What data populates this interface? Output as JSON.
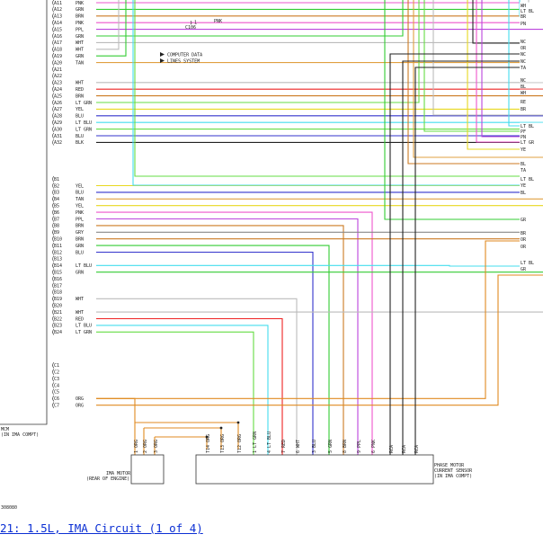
{
  "caption": "21: 1.5L, IMA Circuit (1 of 4)",
  "mcm": {
    "line1": "MCM",
    "line2": "(IN IMA COMPT)"
  },
  "figure_id": "308080",
  "note": {
    "line1": "COMPUTER DATA",
    "line2": "LINES SYSTEM"
  },
  "splice": {
    "label": "PNK",
    "connector": "C106",
    "pin": "1"
  },
  "ima_motor": {
    "line1": "IMA MOTOR",
    "line2": "(REAR OF ENGINE)",
    "pins": [
      {
        "n": "1",
        "c": "ORG"
      },
      {
        "n": "2",
        "c": "ORG"
      },
      {
        "n": "3",
        "c": "ORG"
      }
    ]
  },
  "sensor": {
    "line1": "PHASE MOTOR",
    "line2": "CURRENT SENSOR",
    "line3": "(IN IMA COMPT)",
    "tpins": [
      {
        "n": "T14",
        "c": "ORG"
      },
      {
        "n": "T13",
        "c": "ORG"
      },
      {
        "n": "T12",
        "c": "ORG"
      }
    ],
    "pins": [
      {
        "n": "1",
        "c": "LT GRN"
      },
      {
        "n": "4",
        "c": "LT BLU"
      },
      {
        "n": "7",
        "c": "RED"
      },
      {
        "n": "6",
        "c": "WHT"
      },
      {
        "n": "3",
        "c": "BLU"
      },
      {
        "n": "5",
        "c": "GRN"
      },
      {
        "n": "8",
        "c": "BRN"
      },
      {
        "n": "9",
        "c": "PPL"
      },
      {
        "n": "6",
        "c": "PNK"
      },
      {
        "n": "",
        "c": "RCA"
      },
      {
        "n": "",
        "c": "RCA"
      },
      {
        "n": "",
        "c": "RCA"
      }
    ]
  },
  "colors": {
    "PNK": "#ee55cc",
    "GRN": "#33cc33",
    "BRN": "#cc7a22",
    "PPL": "#bb44dd",
    "WHT": "#bbbbbb",
    "TAN": "#e0a040",
    "RED": "#ee2222",
    "LT GRN": "#66dd44",
    "YEL": "#e8d820",
    "BLU": "#3333cc",
    "LT BLU": "#44ddee",
    "BLK": "#222222",
    "GRY": "#888888",
    "ORG": "#e08a20",
    "RCA": "#222222"
  },
  "pins_a": [
    {
      "pin": "A11",
      "color": "PNK"
    },
    {
      "pin": "A12",
      "color": "GRN"
    },
    {
      "pin": "A13",
      "color": "BRN"
    },
    {
      "pin": "A14",
      "color": "PNK"
    },
    {
      "pin": "A15",
      "color": "PPL"
    },
    {
      "pin": "A16",
      "color": "GRN"
    },
    {
      "pin": "A17",
      "color": "WHT"
    },
    {
      "pin": "A18",
      "color": "WHT"
    },
    {
      "pin": "A19",
      "color": "GRN"
    },
    {
      "pin": "A20",
      "color": "TAN"
    },
    {
      "pin": "A21",
      "color": ""
    },
    {
      "pin": "A22",
      "color": ""
    },
    {
      "pin": "A23",
      "color": "WHT"
    },
    {
      "pin": "A24",
      "color": "RED"
    },
    {
      "pin": "A25",
      "color": "BRN"
    },
    {
      "pin": "A26",
      "color": "LT GRN"
    },
    {
      "pin": "A27",
      "color": "YEL"
    },
    {
      "pin": "A28",
      "color": "BLU"
    },
    {
      "pin": "A29",
      "color": "LT BLU"
    },
    {
      "pin": "A30",
      "color": "LT GRN"
    },
    {
      "pin": "A31",
      "color": "BLU"
    },
    {
      "pin": "A32",
      "color": "BLK"
    }
  ],
  "pins_b": [
    {
      "pin": "B1",
      "color": ""
    },
    {
      "pin": "B2",
      "color": "YEL"
    },
    {
      "pin": "B3",
      "color": "BLU"
    },
    {
      "pin": "B4",
      "color": "TAN"
    },
    {
      "pin": "B5",
      "color": "YEL"
    },
    {
      "pin": "B6",
      "color": "PNK"
    },
    {
      "pin": "B7",
      "color": "PPL"
    },
    {
      "pin": "B8",
      "color": "BRN"
    },
    {
      "pin": "B9",
      "color": "GRY"
    },
    {
      "pin": "B10",
      "color": "BRN"
    },
    {
      "pin": "B11",
      "color": "GRN"
    },
    {
      "pin": "B12",
      "color": "BLU"
    },
    {
      "pin": "B13",
      "color": ""
    },
    {
      "pin": "B14",
      "color": "LT BLU"
    },
    {
      "pin": "B15",
      "color": "GRN"
    },
    {
      "pin": "B16",
      "color": ""
    },
    {
      "pin": "B17",
      "color": ""
    },
    {
      "pin": "B18",
      "color": ""
    },
    {
      "pin": "B19",
      "color": "WHT"
    },
    {
      "pin": "B20",
      "color": ""
    },
    {
      "pin": "B21",
      "color": "WHT"
    },
    {
      "pin": "B22",
      "color": "RED"
    },
    {
      "pin": "B23",
      "color": "LT BLU"
    },
    {
      "pin": "B24",
      "color": "LT GRN"
    }
  ],
  "pins_c": [
    {
      "pin": "C1",
      "color": ""
    },
    {
      "pin": "C2",
      "color": ""
    },
    {
      "pin": "C3",
      "color": ""
    },
    {
      "pin": "C4",
      "color": ""
    },
    {
      "pin": "C5",
      "color": ""
    },
    {
      "pin": "C6",
      "color": "ORG"
    },
    {
      "pin": "C7",
      "color": "ORG"
    }
  ],
  "right_labels": [
    {
      "text": "WH",
      "color": "WHT"
    },
    {
      "text": "LT BL",
      "color": "LT BLU"
    },
    {
      "text": "BR",
      "color": "BRN"
    },
    {
      "text": "PN",
      "color": "PNK"
    },
    {
      "text": "NC",
      "color": "BLK"
    },
    {
      "text": "OR",
      "color": "ORG"
    },
    {
      "text": "NC",
      "color": "BLK"
    },
    {
      "text": "NC",
      "color": "BLK"
    },
    {
      "text": "TA",
      "color": "TAN"
    },
    {
      "text": "NC",
      "color": "BLK"
    },
    {
      "text": "BL",
      "color": "BLU"
    },
    {
      "text": "WH",
      "color": "WHT"
    },
    {
      "text": "RE",
      "color": "RED"
    },
    {
      "text": "BR",
      "color": "BRN"
    },
    {
      "text": "LT BL",
      "color": "LT BLU"
    },
    {
      "text": "PF",
      "color": "PPL"
    },
    {
      "text": "PN",
      "color": "PNK"
    },
    {
      "text": "LT GR",
      "color": "LT GRN"
    },
    {
      "text": "YE",
      "color": "YEL"
    },
    {
      "text": "BL",
      "color": "BLU"
    },
    {
      "text": "TA",
      "color": "TAN"
    },
    {
      "text": "LT BL",
      "color": "LT BLU"
    },
    {
      "text": "YE",
      "color": "YEL"
    },
    {
      "text": "BL",
      "color": "BLU"
    },
    {
      "text": "GR",
      "color": "GRN"
    },
    {
      "text": "BR",
      "color": "BRN"
    },
    {
      "text": "OR",
      "color": "ORG"
    },
    {
      "text": "OR",
      "color": "ORG"
    },
    {
      "text": "LT BL",
      "color": "LT BLU"
    },
    {
      "text": "GR",
      "color": "GRN"
    }
  ]
}
